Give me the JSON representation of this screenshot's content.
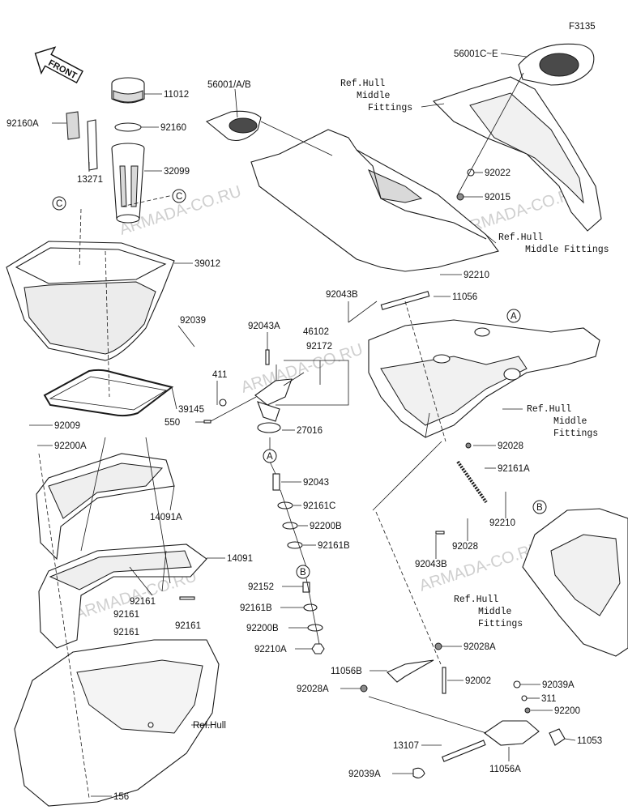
{
  "figure_code": "F3135",
  "front_label": "FRONT",
  "watermark": "ARMADA-CO.RU",
  "callouts": [
    {
      "id": "11012",
      "text": "11012"
    },
    {
      "id": "92160A",
      "text": "92160A"
    },
    {
      "id": "92160",
      "text": "92160"
    },
    {
      "id": "32099",
      "text": "32099"
    },
    {
      "id": "13271",
      "text": "13271"
    },
    {
      "id": "39012",
      "text": "39012"
    },
    {
      "id": "92039",
      "text": "92039"
    },
    {
      "id": "39145",
      "text": "39145"
    },
    {
      "id": "92009",
      "text": "92009"
    },
    {
      "id": "92200A",
      "text": "92200A"
    },
    {
      "id": "14091A",
      "text": "14091A"
    },
    {
      "id": "14091",
      "text": "14091"
    },
    {
      "id": "92161a",
      "text": "92161"
    },
    {
      "id": "92161b",
      "text": "92161"
    },
    {
      "id": "92161c",
      "text": "92161"
    },
    {
      "id": "92161d",
      "text": "92161"
    },
    {
      "id": "refhull",
      "text": "Ref.Hull"
    },
    {
      "id": "156",
      "text": "156"
    },
    {
      "id": "56001ab",
      "text": "56001/A/B"
    },
    {
      "id": "refhull_mf_1",
      "text": "Ref.Hull\n  Middle\n Fittings"
    },
    {
      "id": "56001ce",
      "text": "56001C~E"
    },
    {
      "id": "92022",
      "text": "92022"
    },
    {
      "id": "92015",
      "text": "92015"
    },
    {
      "id": "refhull_mf_2",
      "text": "Ref.Hull\n Middle Fittings"
    },
    {
      "id": "92210a",
      "text": "92210"
    },
    {
      "id": "92043B_a",
      "text": "92043B"
    },
    {
      "id": "11056",
      "text": "11056"
    },
    {
      "id": "92043A",
      "text": "92043A"
    },
    {
      "id": "46102",
      "text": "46102"
    },
    {
      "id": "92172",
      "text": "92172"
    },
    {
      "id": "411",
      "text": "411"
    },
    {
      "id": "550",
      "text": "550"
    },
    {
      "id": "27016",
      "text": "27016"
    },
    {
      "id": "refhull_mf_3",
      "text": "Ref.Hull\n  Middle\n  Fittings"
    },
    {
      "id": "92028a",
      "text": "92028"
    },
    {
      "id": "92161A",
      "text": "92161A"
    },
    {
      "id": "92043",
      "text": "92043"
    },
    {
      "id": "92161C",
      "text": "92161C"
    },
    {
      "id": "92200B_a",
      "text": "92200B"
    },
    {
      "id": "92161B_a",
      "text": "92161B"
    },
    {
      "id": "92210b",
      "text": "92210"
    },
    {
      "id": "92028b",
      "text": "92028"
    },
    {
      "id": "92043B_b",
      "text": "92043B"
    },
    {
      "id": "92152",
      "text": "92152"
    },
    {
      "id": "92161B_b",
      "text": "92161B"
    },
    {
      "id": "92200B_b",
      "text": "92200B"
    },
    {
      "id": "92210A",
      "text": "92210A"
    },
    {
      "id": "refhull_mf_4",
      "text": "Ref.Hull\n  Middle\n  Fittings"
    },
    {
      "id": "92028A_a",
      "text": "92028A"
    },
    {
      "id": "11056B",
      "text": "11056B"
    },
    {
      "id": "92002",
      "text": "92002"
    },
    {
      "id": "92028A_b",
      "text": "92028A"
    },
    {
      "id": "92039A_a",
      "text": "92039A"
    },
    {
      "id": "311",
      "text": "311"
    },
    {
      "id": "92200",
      "text": "92200"
    },
    {
      "id": "11053",
      "text": "11053"
    },
    {
      "id": "13107",
      "text": "13107"
    },
    {
      "id": "92039A_b",
      "text": "92039A"
    },
    {
      "id": "11056A",
      "text": "11056A"
    }
  ],
  "reference_markers": [
    {
      "id": "C1",
      "text": "C"
    },
    {
      "id": "C2",
      "text": "C"
    },
    {
      "id": "A1",
      "text": "A"
    },
    {
      "id": "A2",
      "text": "A"
    },
    {
      "id": "B1",
      "text": "B"
    },
    {
      "id": "B2",
      "text": "B"
    }
  ]
}
